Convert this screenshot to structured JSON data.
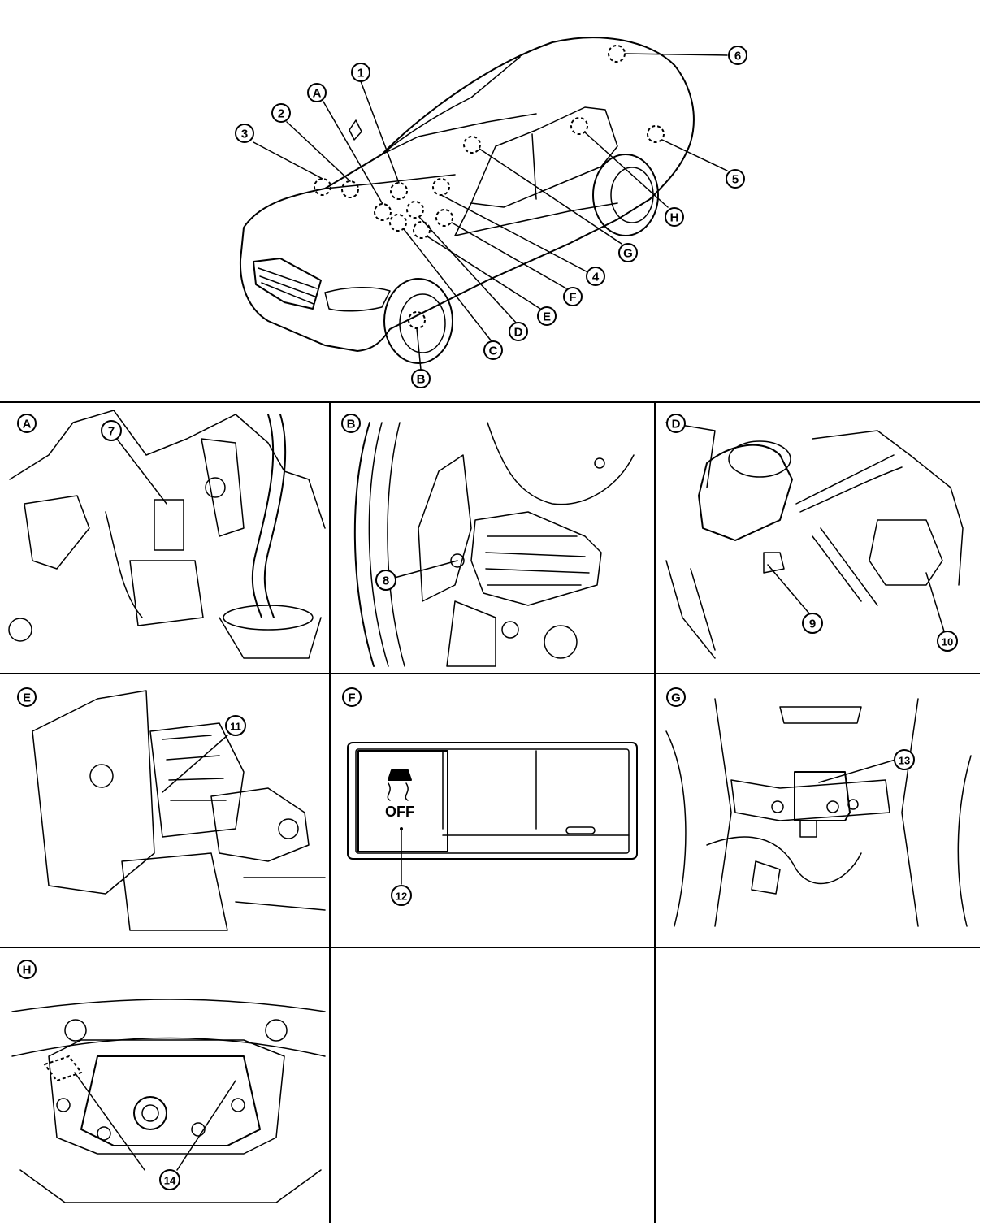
{
  "overview": {
    "numbered_callouts": [
      "1",
      "2",
      "3",
      "4",
      "5",
      "6"
    ],
    "letter_callouts": [
      "A",
      "B",
      "C",
      "D",
      "E",
      "F",
      "G",
      "H"
    ]
  },
  "panels": [
    {
      "letter": "A",
      "callouts": [
        "7"
      ]
    },
    {
      "letter": "B",
      "callouts": [
        "8"
      ]
    },
    {
      "letter": "D",
      "callouts": [
        "9",
        "10"
      ]
    },
    {
      "letter": "E",
      "callouts": [
        "11"
      ]
    },
    {
      "letter": "F",
      "callouts": [
        "12"
      ],
      "switch_text": "OFF"
    },
    {
      "letter": "G",
      "callouts": [
        "13"
      ]
    },
    {
      "letter": "H",
      "callouts": [
        "14"
      ]
    }
  ]
}
